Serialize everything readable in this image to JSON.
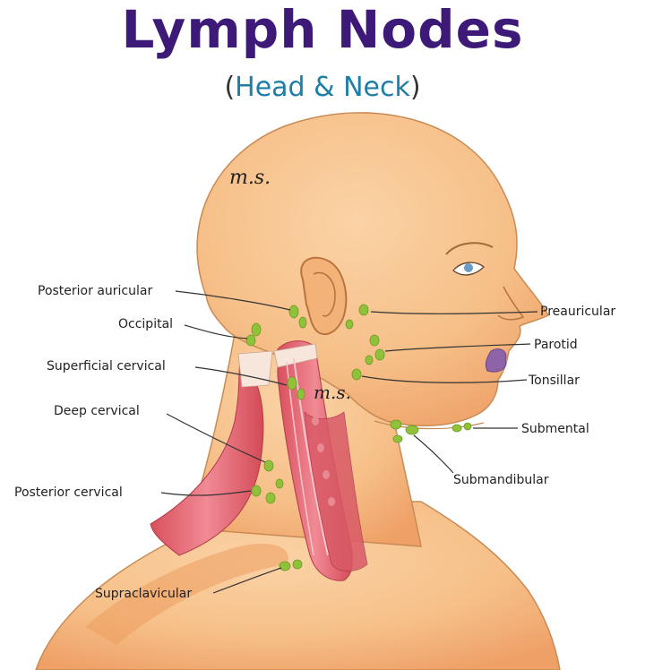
{
  "header": {
    "title": "Lymph Nodes",
    "subtitle_open": "(",
    "subtitle": "Head & Neck",
    "subtitle_close": ")"
  },
  "signature": {
    "text": "m.s."
  },
  "labels": {
    "left": {
      "posterior_auricular": "Posterior auricular",
      "occipital": "Occipital",
      "superficial_cervical": "Superficial cervical",
      "deep_cervical": "Deep cervical",
      "posterior_cervical": "Posterior cervical",
      "supraclavicular": "Supraclavicular"
    },
    "right": {
      "preauricular": "Preauricular",
      "parotid": "Parotid",
      "tonsillar": "Tonsillar",
      "submental": "Submental",
      "submandibular": "Submandibular"
    }
  },
  "colors": {
    "skin": "#f6c08a",
    "skin_shadow": "#ec9d5e",
    "muscle": "#e0646f",
    "node": "#8fc23a",
    "title": "#3d1a78",
    "subtitle": "#1e7ea6"
  }
}
